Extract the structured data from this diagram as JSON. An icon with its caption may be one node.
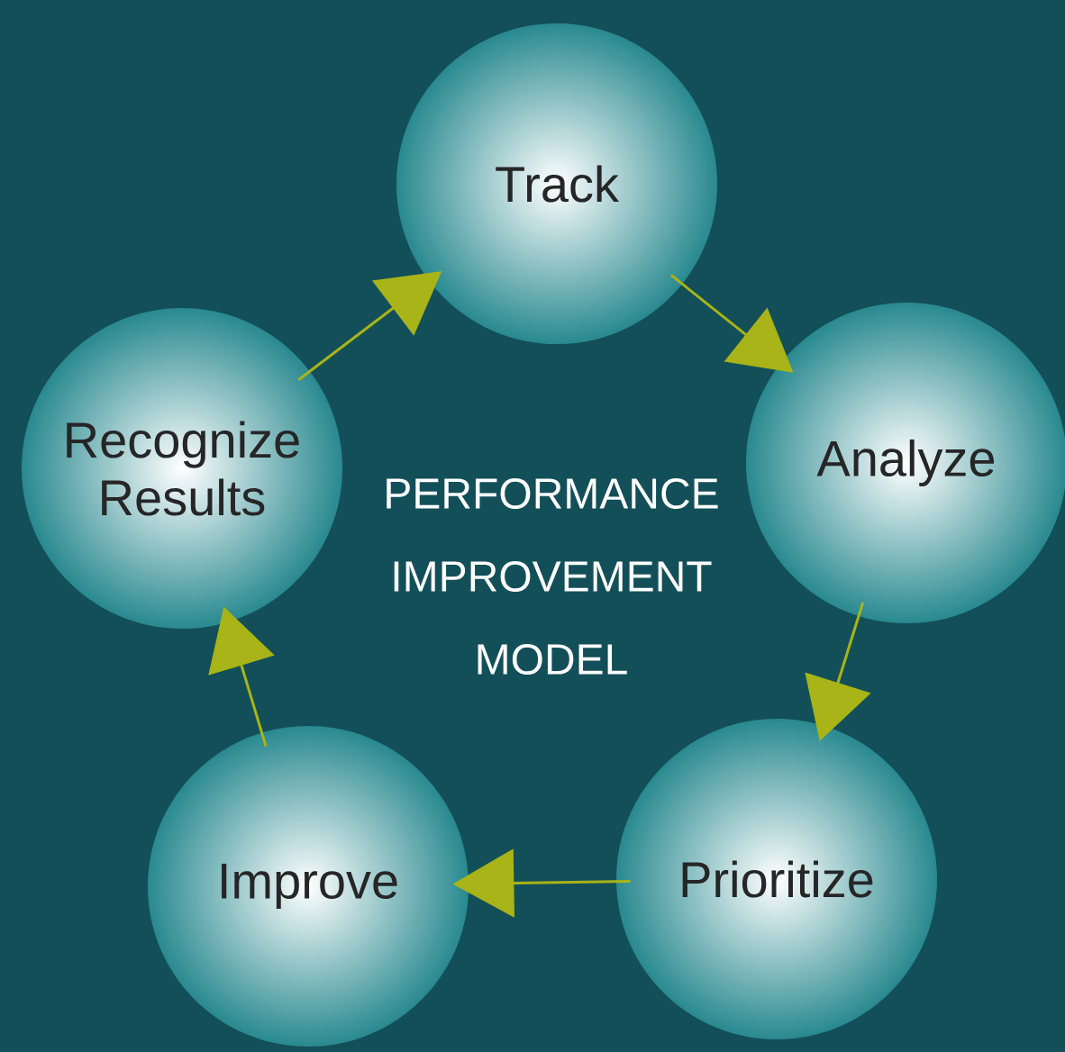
{
  "diagram": {
    "title": "PERFORMANCE IMPROVEMENT MODEL",
    "nodes": [
      {
        "text": [
          "Track"
        ]
      },
      {
        "text": [
          "Analyze"
        ]
      },
      {
        "text": [
          "Prioritize"
        ]
      },
      {
        "text": [
          "Improve"
        ]
      },
      {
        "text": [
          "Recognize Results"
        ]
      }
    ],
    "edges": [
      {
        "from": 0,
        "to": 1,
        "arrow": "to"
      },
      {
        "from": 1,
        "to": 2,
        "arrow": "to"
      },
      {
        "from": 2,
        "to": 3,
        "arrow": "to"
      },
      {
        "from": 3,
        "to": 4,
        "arrow": "to"
      },
      {
        "from": 4,
        "to": 0,
        "arrow": "to"
      }
    ]
  }
}
